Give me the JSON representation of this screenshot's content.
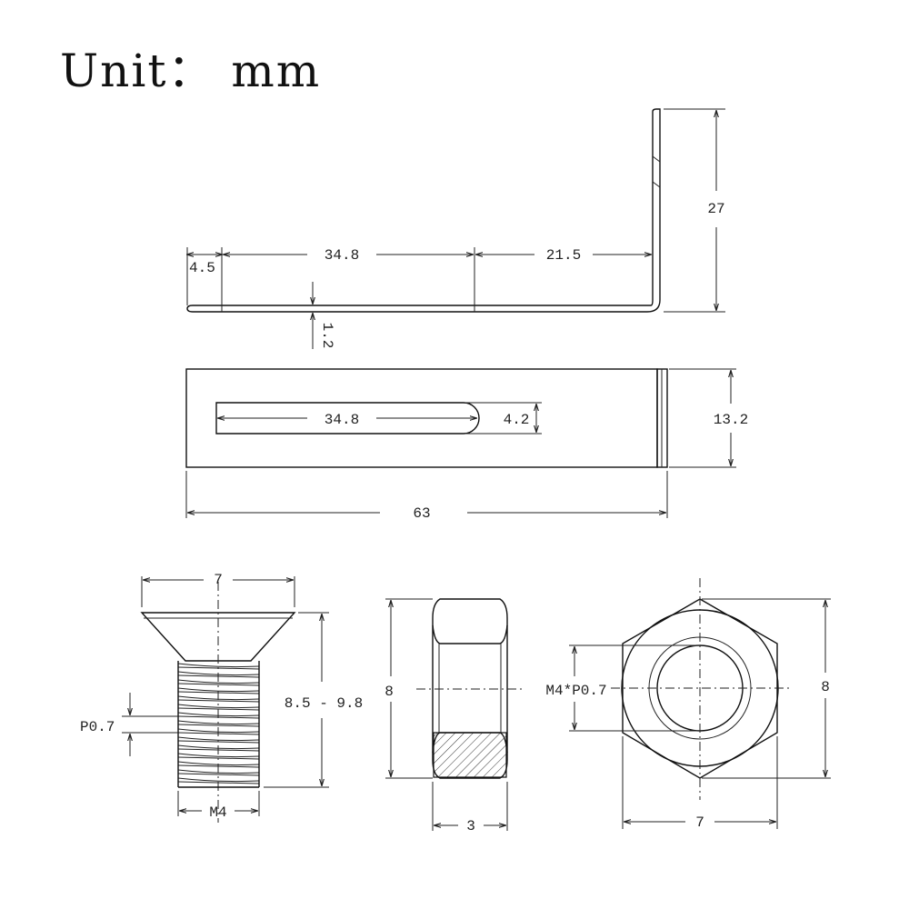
{
  "title": "Unit： mm",
  "bracket_side": {
    "dim_left": "4.5",
    "dim_slot": "34.8",
    "dim_right": "21.5",
    "dim_height": "27",
    "dim_thickness": "1.2"
  },
  "bracket_top": {
    "dim_slot_length": "34.8",
    "dim_slot_width": "4.2",
    "dim_width": "13.2",
    "dim_length": "63"
  },
  "screw": {
    "dim_head": "7",
    "dim_length": "8.5 - 9.8",
    "dim_pitch": "P0.7",
    "dim_thread": "M4"
  },
  "nut_side": {
    "dim_height": "8",
    "dim_thickness": "3"
  },
  "nut_front": {
    "dim_thread": "M4*P0.7",
    "dim_height": "8",
    "dim_width": "7"
  }
}
